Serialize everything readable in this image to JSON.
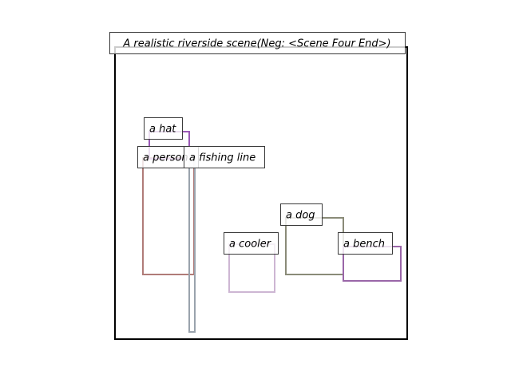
{
  "scene": {
    "caption": "A realistic riverside scene(Neg: <Scene Four End>)"
  },
  "objects": [
    {
      "id": "hat",
      "label": "a hat",
      "color": "#9b59b6"
    },
    {
      "id": "person",
      "label": "a person",
      "color": "#b07b78"
    },
    {
      "id": "fishing-line",
      "label": "a fishing line",
      "color": "#9aa3ad"
    },
    {
      "id": "cooler",
      "label": "a cooler",
      "color": "#cdb6d3"
    },
    {
      "id": "dog",
      "label": "a dog",
      "color": "#8a8b78"
    },
    {
      "id": "bench",
      "label": "a bench",
      "color": "#9a66a8"
    }
  ]
}
